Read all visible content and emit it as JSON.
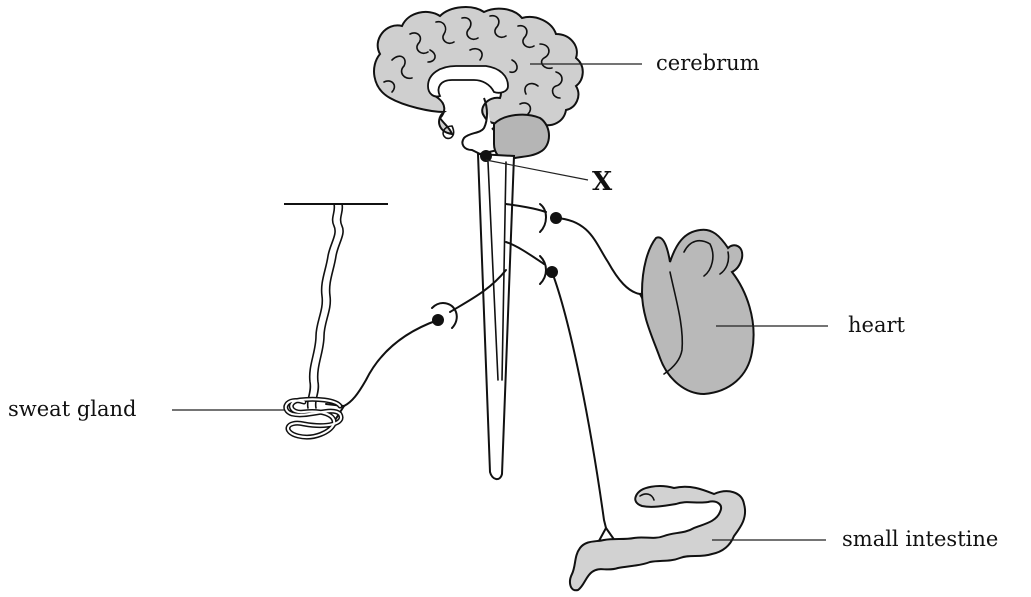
{
  "labels": {
    "cerebrum": "cerebrum",
    "x": "X",
    "heart": "heart",
    "sweat_gland": "sweat gland",
    "small_intestine": "small intestine"
  },
  "colors": {
    "cerebrum_fill": "#cfcfcf",
    "cerebellum_fill": "#b5b5b5",
    "heart_fill": "#b9b9b9",
    "intestine_fill": "#d2d2d2",
    "line": "#111111"
  }
}
